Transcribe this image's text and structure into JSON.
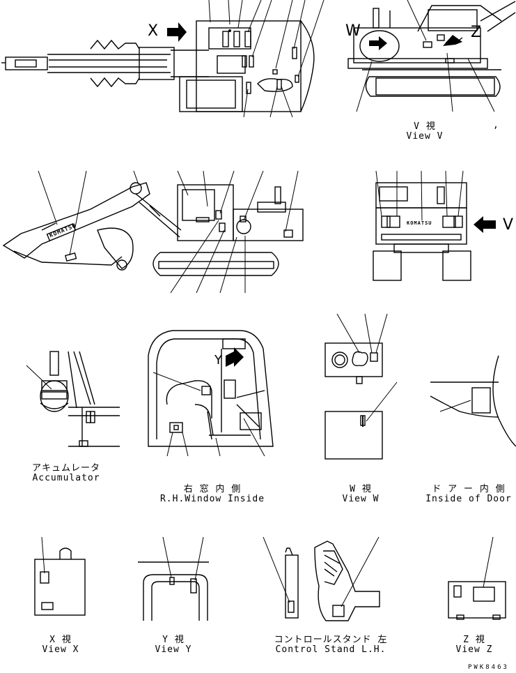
{
  "letters": {
    "x": "X",
    "w": "W",
    "z": "Z",
    "v": "V",
    "y": "Y"
  },
  "brand_mark": "KOMATSU",
  "labels": {
    "view_v_jp": "V 視",
    "view_v_en": "View V",
    "accumulator_jp": "アキュムレータ",
    "accumulator_en": "Accumulator",
    "rh_window_jp": "右 窓 内 側",
    "rh_window_en": "R.H.Window Inside",
    "view_w_jp": "W 視",
    "view_w_en": "View W",
    "door_jp": "ド ア ー 内 側",
    "door_en": "Inside of Door",
    "view_x_jp": "X 視",
    "view_x_en": "View X",
    "view_y_jp": "Y 視",
    "view_y_en": "View Y",
    "control_jp": "コントロールスタンド 左",
    "control_en": "Control Stand L.H.",
    "view_z_jp": "Z 視",
    "view_z_en": "View Z",
    "comma": ","
  },
  "drawing_code": "PWK8463"
}
